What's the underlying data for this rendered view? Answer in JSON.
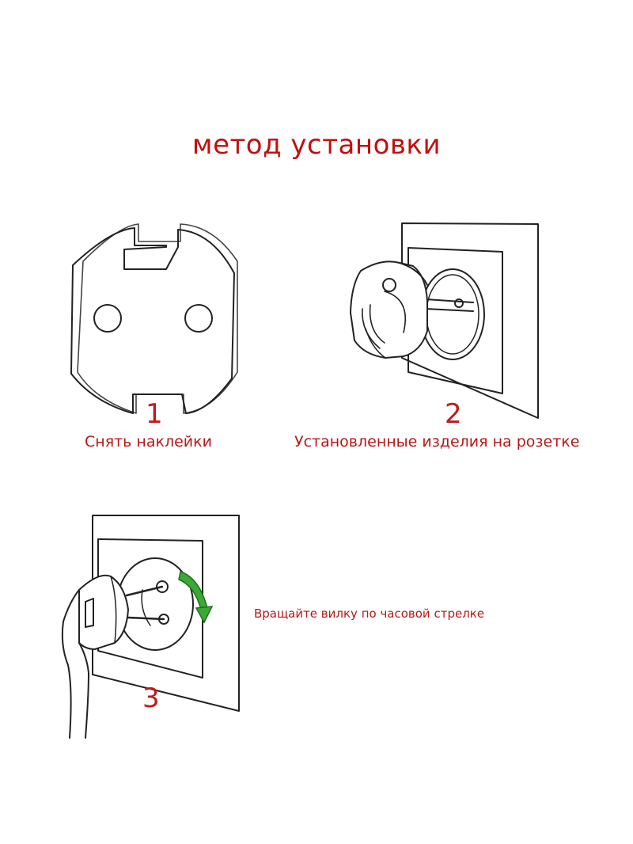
{
  "title": "метод установки",
  "steps": [
    {
      "number": "1",
      "caption": "Снять наклейки"
    },
    {
      "number": "2",
      "caption": "Установленные изделия на розетке"
    },
    {
      "number": "3",
      "caption": "Вращайте вилку по часовой стрелке"
    }
  ],
  "colors": {
    "text_red": "#c30f0f",
    "arrow_green": "#3aaa35",
    "line": "#222222"
  }
}
